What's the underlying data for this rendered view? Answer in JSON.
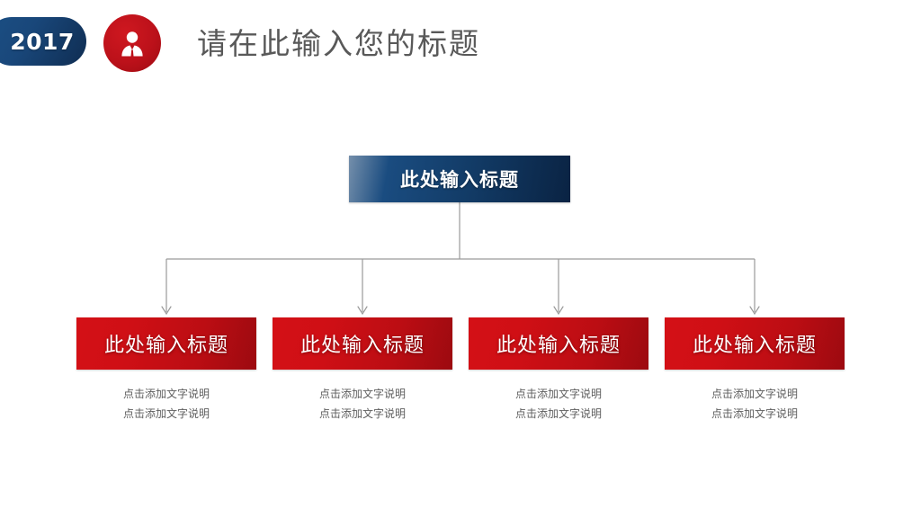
{
  "header": {
    "year_badge": "2017",
    "person_icon": "person-icon",
    "title": "请在此输入您的标题"
  },
  "diagram": {
    "type": "org-chart",
    "root": {
      "label": "此处输入标题",
      "color": "#16457a"
    },
    "children": [
      {
        "label": "此处输入标题",
        "color": "#cc0f15",
        "captions": [
          "点击添加文字说明",
          "点击添加文字说明"
        ]
      },
      {
        "label": "此处输入标题",
        "color": "#cc0f15",
        "captions": [
          "点击添加文字说明",
          "点击添加文字说明"
        ]
      },
      {
        "label": "此处输入标题",
        "color": "#cc0f15",
        "captions": [
          "点击添加文字说明",
          "点击添加文字说明"
        ]
      },
      {
        "label": "此处输入标题",
        "color": "#cc0f15",
        "captions": [
          "点击添加文字说明",
          "点击添加文字说明"
        ]
      }
    ],
    "connector_color": "#9a9a9a"
  },
  "colors": {
    "background": "#ffffff",
    "navy": "#16457a",
    "red": "#cc0f15",
    "title_gray": "#595959",
    "caption_gray": "#5e5e5e"
  }
}
